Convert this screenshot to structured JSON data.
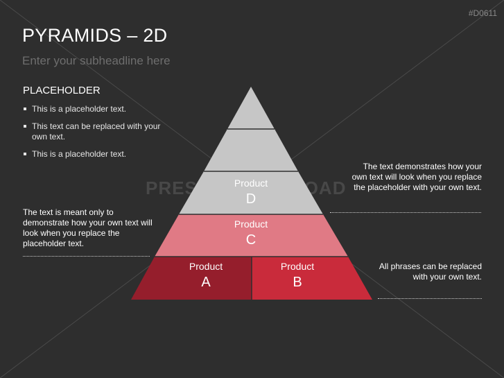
{
  "slide_code": "#D0611",
  "title": "PYRAMIDS – 2D",
  "subtitle": "Enter your subheadline here",
  "placeholder": {
    "heading": "PLACEHOLDER",
    "bullets": [
      "This is a placeholder text.",
      "This text can be replaced with your own text.",
      "This is a placeholder text."
    ]
  },
  "notes": {
    "left": "The text is meant only to demonstrate how your own text will look when you replace the placeholder text.",
    "right_top": "The text demonstrates how your own text will look when you replace the placeholder with your own text.",
    "right_bottom": "All phrases can be replaced with your own text."
  },
  "pyramid": {
    "products": [
      {
        "label": "Product",
        "letter": "D",
        "color": "#c6c6c6"
      },
      {
        "label": "Product",
        "letter": "C",
        "color": "#e07a85"
      },
      {
        "label": "Product",
        "letter": "A",
        "color": "#951e2c"
      },
      {
        "label": "Product",
        "letter": "B",
        "color": "#c92b3b"
      }
    ],
    "top_tiers_color": "#c6c6c6"
  },
  "watermark": "PRESENTATIONLOAD"
}
